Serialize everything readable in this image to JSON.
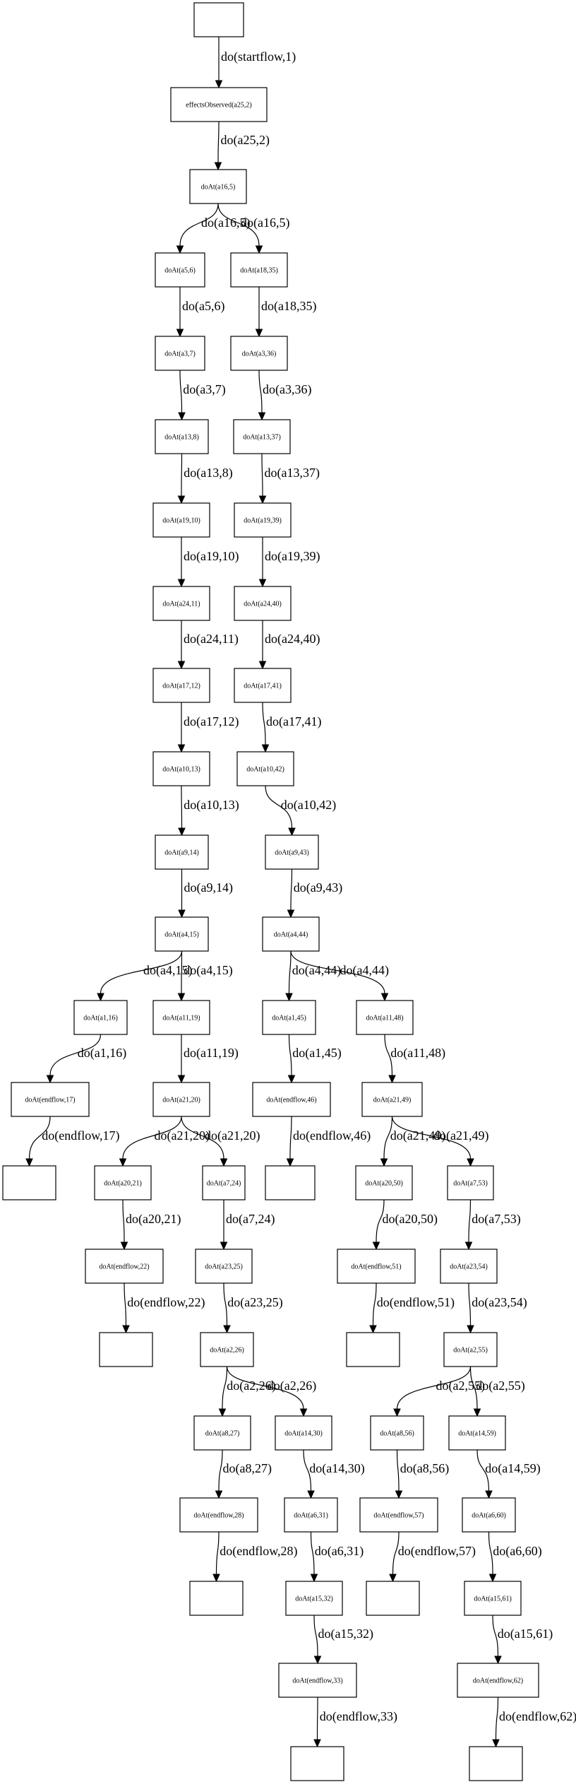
{
  "nodes": [
    {
      "id": "start",
      "label": ""
    },
    {
      "id": "eo",
      "label": "effectsObserved(a25,2)"
    },
    {
      "id": "n16_5",
      "label": "doAt(a16,5)"
    },
    {
      "id": "n5_6",
      "label": "doAt(a5,6)"
    },
    {
      "id": "n18_35",
      "label": "doAt(a18,35)"
    },
    {
      "id": "n3_7",
      "label": "doAt(a3,7)"
    },
    {
      "id": "n3_36",
      "label": "doAt(a3,36)"
    },
    {
      "id": "n13_8",
      "label": "doAt(a13,8)"
    },
    {
      "id": "n13_37",
      "label": "doAt(a13,37)"
    },
    {
      "id": "n19_10",
      "label": "doAt(a19,10)"
    },
    {
      "id": "n19_39",
      "label": "doAt(a19,39)"
    },
    {
      "id": "n24_11",
      "label": "doAt(a24,11)"
    },
    {
      "id": "n24_40",
      "label": "doAt(a24,40)"
    },
    {
      "id": "n17_12",
      "label": "doAt(a17,12)"
    },
    {
      "id": "n17_41",
      "label": "doAt(a17,41)"
    },
    {
      "id": "n10_13",
      "label": "doAt(a10,13)"
    },
    {
      "id": "n10_42",
      "label": "doAt(a10,42)"
    },
    {
      "id": "n9_14",
      "label": "doAt(a9,14)"
    },
    {
      "id": "n9_43",
      "label": "doAt(a9,43)"
    },
    {
      "id": "n4_15",
      "label": "doAt(a4,15)"
    },
    {
      "id": "n4_44",
      "label": "doAt(a4,44)"
    },
    {
      "id": "n1_16",
      "label": "doAt(a1,16)"
    },
    {
      "id": "n11_19",
      "label": "doAt(a11,19)"
    },
    {
      "id": "n1_45",
      "label": "doAt(a1,45)"
    },
    {
      "id": "n11_48",
      "label": "doAt(a11,48)"
    },
    {
      "id": "ef17",
      "label": "doAt(endflow,17)"
    },
    {
      "id": "n21_20",
      "label": "doAt(a21,20)"
    },
    {
      "id": "ef46",
      "label": "doAt(endflow,46)"
    },
    {
      "id": "n21_49",
      "label": "doAt(a21,49)"
    },
    {
      "id": "end17",
      "label": ""
    },
    {
      "id": "n20_21",
      "label": "doAt(a20,21)"
    },
    {
      "id": "n7_24",
      "label": "doAt(a7,24)"
    },
    {
      "id": "end46",
      "label": ""
    },
    {
      "id": "n20_50",
      "label": "doAt(a20,50)"
    },
    {
      "id": "n7_53",
      "label": "doAt(a7,53)"
    },
    {
      "id": "ef22",
      "label": "doAt(endflow,22)"
    },
    {
      "id": "n23_25",
      "label": "doAt(a23,25)"
    },
    {
      "id": "ef51",
      "label": "doAt(endflow,51)"
    },
    {
      "id": "n23_54",
      "label": "doAt(a23,54)"
    },
    {
      "id": "end22",
      "label": ""
    },
    {
      "id": "n2_26",
      "label": "doAt(a2,26)"
    },
    {
      "id": "end51",
      "label": ""
    },
    {
      "id": "n2_55",
      "label": "doAt(a2,55)"
    },
    {
      "id": "n8_27",
      "label": "doAt(a8,27)"
    },
    {
      "id": "n14_30",
      "label": "doAt(a14,30)"
    },
    {
      "id": "n8_56",
      "label": "doAt(a8,56)"
    },
    {
      "id": "n14_59",
      "label": "doAt(a14,59)"
    },
    {
      "id": "ef28",
      "label": "doAt(endflow,28)"
    },
    {
      "id": "n6_31",
      "label": "doAt(a6,31)"
    },
    {
      "id": "ef57",
      "label": "doAt(endflow,57)"
    },
    {
      "id": "n6_60",
      "label": "doAt(a6,60)"
    },
    {
      "id": "end28",
      "label": ""
    },
    {
      "id": "n15_32",
      "label": "doAt(a15,32)"
    },
    {
      "id": "end57",
      "label": ""
    },
    {
      "id": "n15_61",
      "label": "doAt(a15,61)"
    },
    {
      "id": "ef33",
      "label": "doAt(endflow,33)"
    },
    {
      "id": "ef62",
      "label": "doAt(endflow,62)"
    },
    {
      "id": "end33",
      "label": ""
    },
    {
      "id": "end62",
      "label": ""
    }
  ],
  "edges": [
    {
      "from": "start",
      "to": "eo",
      "label": "do(startflow,1)"
    },
    {
      "from": "eo",
      "to": "n16_5",
      "label": "do(a25,2)"
    },
    {
      "from": "n16_5",
      "to": "n5_6",
      "label": "do(a16,5)"
    },
    {
      "from": "n16_5",
      "to": "n18_35",
      "label": "do(a16,5)"
    },
    {
      "from": "n5_6",
      "to": "n3_7",
      "label": "do(a5,6)"
    },
    {
      "from": "n18_35",
      "to": "n3_36",
      "label": "do(a18,35)"
    },
    {
      "from": "n3_7",
      "to": "n13_8",
      "label": "do(a3,7)"
    },
    {
      "from": "n3_36",
      "to": "n13_37",
      "label": "do(a3,36)"
    },
    {
      "from": "n13_8",
      "to": "n19_10",
      "label": "do(a13,8)"
    },
    {
      "from": "n13_37",
      "to": "n19_39",
      "label": "do(a13,37)"
    },
    {
      "from": "n19_10",
      "to": "n24_11",
      "label": "do(a19,10)"
    },
    {
      "from": "n19_39",
      "to": "n24_40",
      "label": "do(a19,39)"
    },
    {
      "from": "n24_11",
      "to": "n17_12",
      "label": "do(a24,11)"
    },
    {
      "from": "n24_40",
      "to": "n17_41",
      "label": "do(a24,40)"
    },
    {
      "from": "n17_12",
      "to": "n10_13",
      "label": "do(a17,12)"
    },
    {
      "from": "n17_41",
      "to": "n10_42",
      "label": "do(a17,41)"
    },
    {
      "from": "n10_13",
      "to": "n9_14",
      "label": "do(a10,13)"
    },
    {
      "from": "n10_42",
      "to": "n9_43",
      "label": "do(a10,42)"
    },
    {
      "from": "n9_14",
      "to": "n4_15",
      "label": "do(a9,14)"
    },
    {
      "from": "n9_43",
      "to": "n4_44",
      "label": "do(a9,43)"
    },
    {
      "from": "n4_15",
      "to": "n1_16",
      "label": "do(a4,15)"
    },
    {
      "from": "n4_15",
      "to": "n11_19",
      "label": "do(a4,15)"
    },
    {
      "from": "n4_44",
      "to": "n1_45",
      "label": "do(a4,44)"
    },
    {
      "from": "n4_44",
      "to": "n11_48",
      "label": "do(a4,44)"
    },
    {
      "from": "n1_16",
      "to": "ef17",
      "label": "do(a1,16)"
    },
    {
      "from": "n11_19",
      "to": "n21_20",
      "label": "do(a11,19)"
    },
    {
      "from": "n1_45",
      "to": "ef46",
      "label": "do(a1,45)"
    },
    {
      "from": "n11_48",
      "to": "n21_49",
      "label": "do(a11,48)"
    },
    {
      "from": "ef17",
      "to": "end17",
      "label": "do(endflow,17)"
    },
    {
      "from": "n21_20",
      "to": "n20_21",
      "label": "do(a21,20)"
    },
    {
      "from": "n21_20",
      "to": "n7_24",
      "label": "do(a21,20)"
    },
    {
      "from": "ef46",
      "to": "end46",
      "label": "do(endflow,46)"
    },
    {
      "from": "n21_49",
      "to": "n20_50",
      "label": "do(a21,49)"
    },
    {
      "from": "n21_49",
      "to": "n7_53",
      "label": "do(a21,49)"
    },
    {
      "from": "n20_21",
      "to": "ef22",
      "label": "do(a20,21)"
    },
    {
      "from": "n7_24",
      "to": "n23_25",
      "label": "do(a7,24)"
    },
    {
      "from": "n20_50",
      "to": "ef51",
      "label": "do(a20,50)"
    },
    {
      "from": "n7_53",
      "to": "n23_54",
      "label": "do(a7,53)"
    },
    {
      "from": "ef22",
      "to": "end22",
      "label": "do(endflow,22)"
    },
    {
      "from": "n23_25",
      "to": "n2_26",
      "label": "do(a23,25)"
    },
    {
      "from": "ef51",
      "to": "end51",
      "label": "do(endflow,51)"
    },
    {
      "from": "n23_54",
      "to": "n2_55",
      "label": "do(a23,54)"
    },
    {
      "from": "n2_26",
      "to": "n8_27",
      "label": "do(a2,26)"
    },
    {
      "from": "n2_26",
      "to": "n14_30",
      "label": "do(a2,26)"
    },
    {
      "from": "n2_55",
      "to": "n8_56",
      "label": "do(a2,55)"
    },
    {
      "from": "n2_55",
      "to": "n14_59",
      "label": "do(a2,55)"
    },
    {
      "from": "n8_27",
      "to": "ef28",
      "label": "do(a8,27)"
    },
    {
      "from": "n14_30",
      "to": "n6_31",
      "label": "do(a14,30)"
    },
    {
      "from": "n8_56",
      "to": "ef57",
      "label": "do(a8,56)"
    },
    {
      "from": "n14_59",
      "to": "n6_60",
      "label": "do(a14,59)"
    },
    {
      "from": "ef28",
      "to": "end28",
      "label": "do(endflow,28)"
    },
    {
      "from": "n6_31",
      "to": "n15_32",
      "label": "do(a6,31)"
    },
    {
      "from": "ef57",
      "to": "end57",
      "label": "do(endflow,57)"
    },
    {
      "from": "n6_60",
      "to": "n15_61",
      "label": "do(a6,60)"
    },
    {
      "from": "n15_32",
      "to": "ef33",
      "label": "do(a15,32)"
    },
    {
      "from": "n15_61",
      "to": "ef62",
      "label": "do(a15,61)"
    },
    {
      "from": "ef33",
      "to": "end33",
      "label": "do(endflow,33)"
    },
    {
      "from": "ef62",
      "to": "end62",
      "label": "do(endflow,62)"
    }
  ]
}
